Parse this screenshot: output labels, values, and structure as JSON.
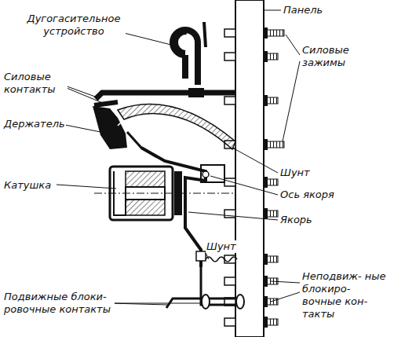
{
  "diagram": {
    "labels": [
      "Панель",
      "Дугогасительное устройство",
      "Силовые контакты",
      "Силовые зажимы",
      "Держатель",
      "Шунт",
      "Катушка",
      "Ось якоря",
      "Якорь",
      "Шунт",
      "Неподвиж- ные блокиро- вочные кон- такты",
      "Подвижные блоки- ровочные контакты"
    ]
  }
}
